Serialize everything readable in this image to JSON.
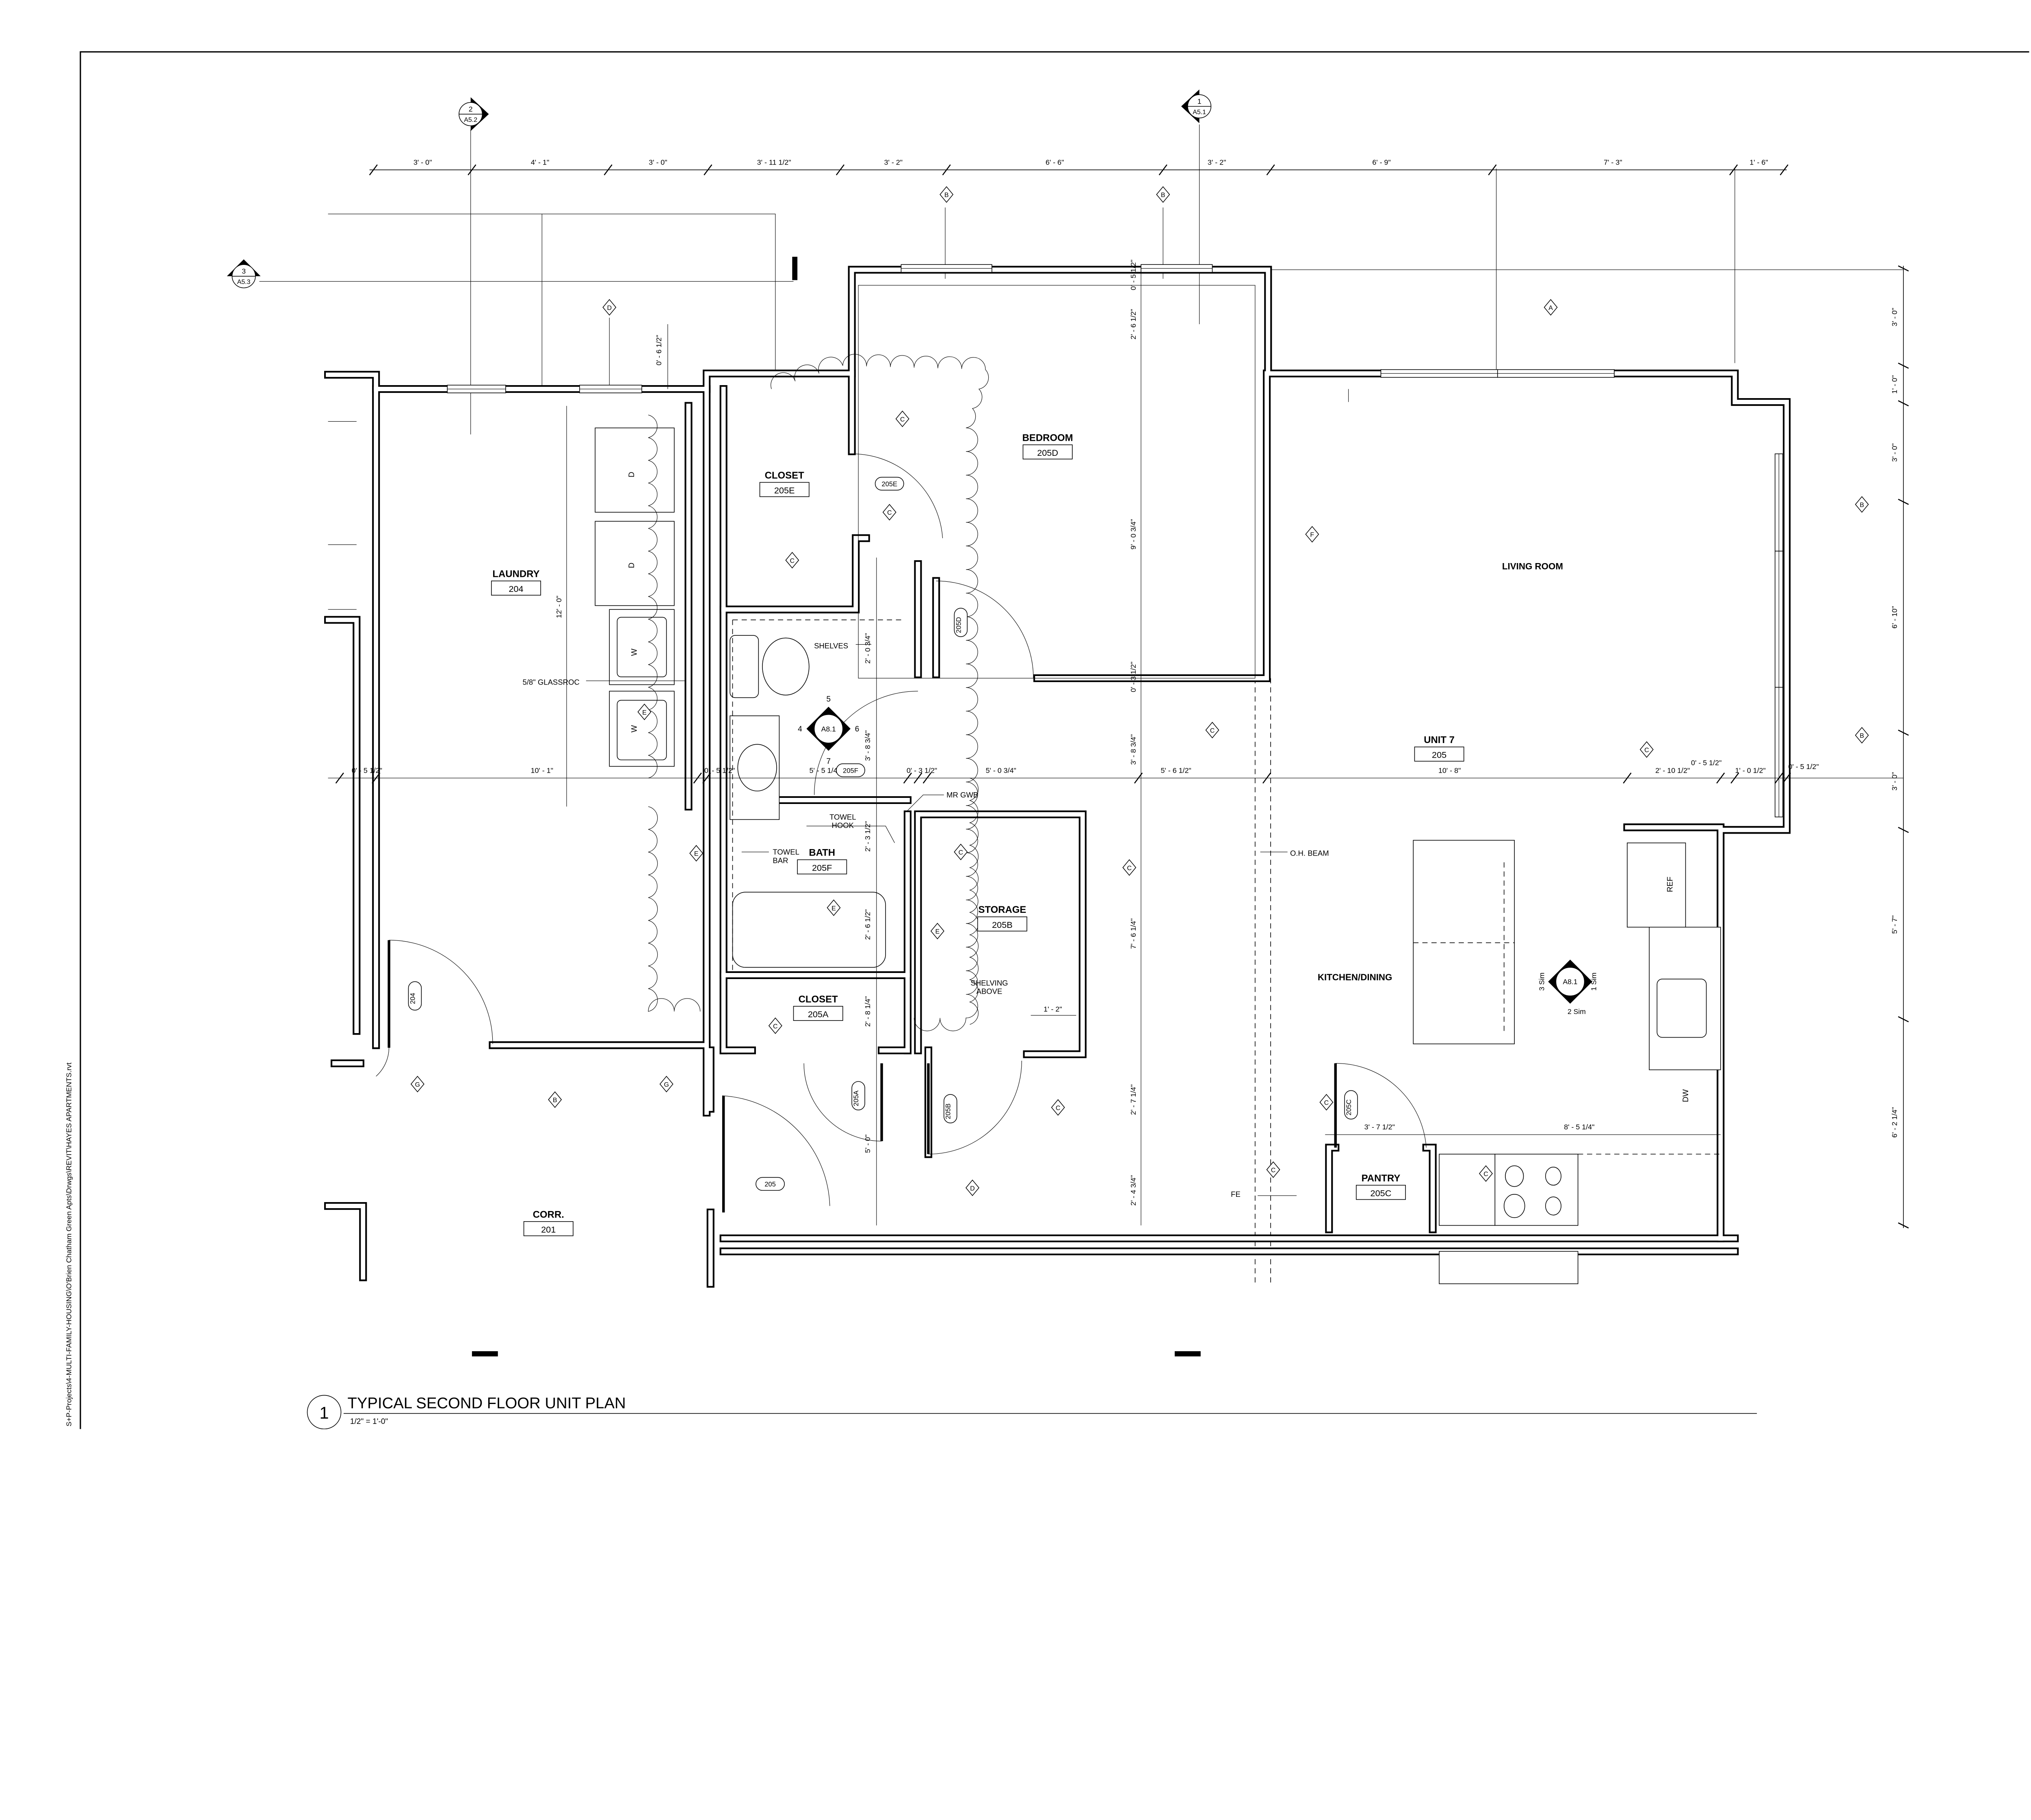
{
  "sheet": {
    "file_path": "S+P-Projects\\4-MULTI-FAMILY-HOUSING\\O'Brien Chatham Green Apts\\Drwgs\\REVIT\\HAYES APARTMENTS.rvt"
  },
  "title_block": {
    "number": "1",
    "title": "TYPICAL SECOND FLOOR UNIT PLAN",
    "scale": "1/2\" = 1'-0\""
  },
  "section_markers": [
    {
      "number": "2",
      "sheet": "A5.2"
    },
    {
      "number": "1",
      "sheet": "A5.1"
    },
    {
      "number": "3",
      "sheet": "A5.3"
    }
  ],
  "rooms": [
    {
      "name": "CLOSET",
      "number": "205E"
    },
    {
      "name": "BEDROOM",
      "number": "205D"
    },
    {
      "name": "LAUNDRY",
      "number": "204"
    },
    {
      "name": "UNIT 7",
      "number": "205"
    },
    {
      "name": "BATH",
      "number": "205F"
    },
    {
      "name": "STORAGE",
      "number": "205B"
    },
    {
      "name": "CLOSET",
      "number": "205A"
    },
    {
      "name": "PANTRY",
      "number": "205C"
    },
    {
      "name": "CORR.",
      "number": "201"
    }
  ],
  "area_labels": [
    "LIVING ROOM",
    "KITCHEN/DINING"
  ],
  "door_tags": [
    "205E",
    "205D",
    "205F",
    "205A",
    "205B",
    "204",
    "205",
    "205C"
  ],
  "notes": [
    {
      "lines": [
        "SHELVES"
      ]
    },
    {
      "lines": [
        "5/8\" GLASSROC"
      ]
    },
    {
      "lines": [
        "TOWEL",
        "HOOK"
      ]
    },
    {
      "lines": [
        "TOWEL",
        "BAR"
      ]
    },
    {
      "lines": [
        "MR GWB"
      ]
    },
    {
      "lines": [
        "O.H. BEAM"
      ]
    },
    {
      "lines": [
        "SHELVING",
        "ABOVE"
      ]
    },
    {
      "lines": [
        "FE"
      ]
    }
  ],
  "appliance_labels": [
    "D",
    "D",
    "W",
    "W",
    "REF",
    "DW"
  ],
  "top_dimensions": [
    "3' - 0\"",
    "4' - 1\"",
    "3' - 0\"",
    "3' - 11 1/2\"",
    "3' - 2\"",
    "6' - 6\"",
    "3' - 2\"",
    "6' - 9\"",
    "7' - 3\"",
    "1' - 6\""
  ],
  "right_dimensions": [
    "3' - 0\"",
    "1' - 0\"",
    "3' - 0\"",
    "6' - 10\"",
    "3' - 0\"",
    "5' - 7\"",
    "6' - 2 1/4\""
  ],
  "cross_dimensions": [
    "0' - 5 1/2\"",
    "10' - 1\"",
    "0' - 5 1/2\"",
    "5' - 5 1/4\"",
    "0' - 3 1/2\"",
    "5' - 0 3/4\"",
    "5' - 6 1/2\"",
    "10' - 8\"",
    "2' - 10 1/2\"",
    "0' - 5 1/2\"",
    "1' - 0 1/2\"",
    "0' - 5 1/2\""
  ],
  "interior_dimensions_vertical": [
    "0' - 6 1/2\"",
    "0' - 5 1/2\"",
    "2' - 6 1/2\"",
    "9' - 0 3/4\"",
    "0' - 3 1/2\"",
    "3' - 8 3/4\"",
    "7' - 6 1/4\"",
    "2' - 7 1/4\"",
    "2' - 4 3/4\"",
    "12' - 0\"",
    "2' - 0 3/4\"",
    "3' - 8 3/4\"",
    "2' - 3 1/2\"",
    "2' - 6 1/2\"",
    "2' - 8 1/4\"",
    "5' - 0\""
  ],
  "interior_dimensions_horizontal": [
    "1' - 2\"",
    "3' - 7 1/2\"",
    "8' - 5 1/4\""
  ],
  "wall_tags": [
    "B",
    "B",
    "B",
    "B",
    "B",
    "D",
    "D",
    "A",
    "C",
    "C",
    "C",
    "C",
    "C",
    "C",
    "C",
    "C",
    "C",
    "C",
    "C",
    "C",
    "E",
    "E",
    "E",
    "E",
    "F",
    "G",
    "G"
  ],
  "elevation_callouts": [
    {
      "sheet": "A8.1",
      "labels": [
        "5",
        "6",
        "7",
        "4"
      ]
    },
    {
      "sheet": "A8.1",
      "labels": [
        "1 Sim",
        "2 Sim",
        "3 Sim"
      ]
    }
  ]
}
